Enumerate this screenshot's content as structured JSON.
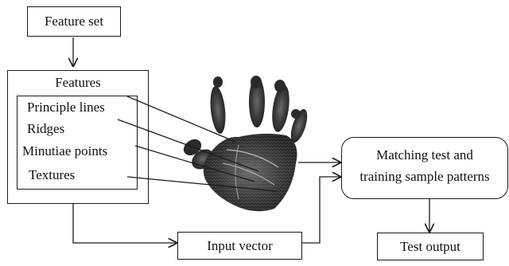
{
  "boxes": {
    "feature_set": "Feature set",
    "features_title": "Features",
    "features": [
      "Principle lines",
      "Ridges",
      "Minutiae points",
      "Textures"
    ],
    "matching_line1": "Matching test and",
    "matching_line2": "training sample patterns",
    "input_vector": "Input vector",
    "test_output": "Test output"
  }
}
